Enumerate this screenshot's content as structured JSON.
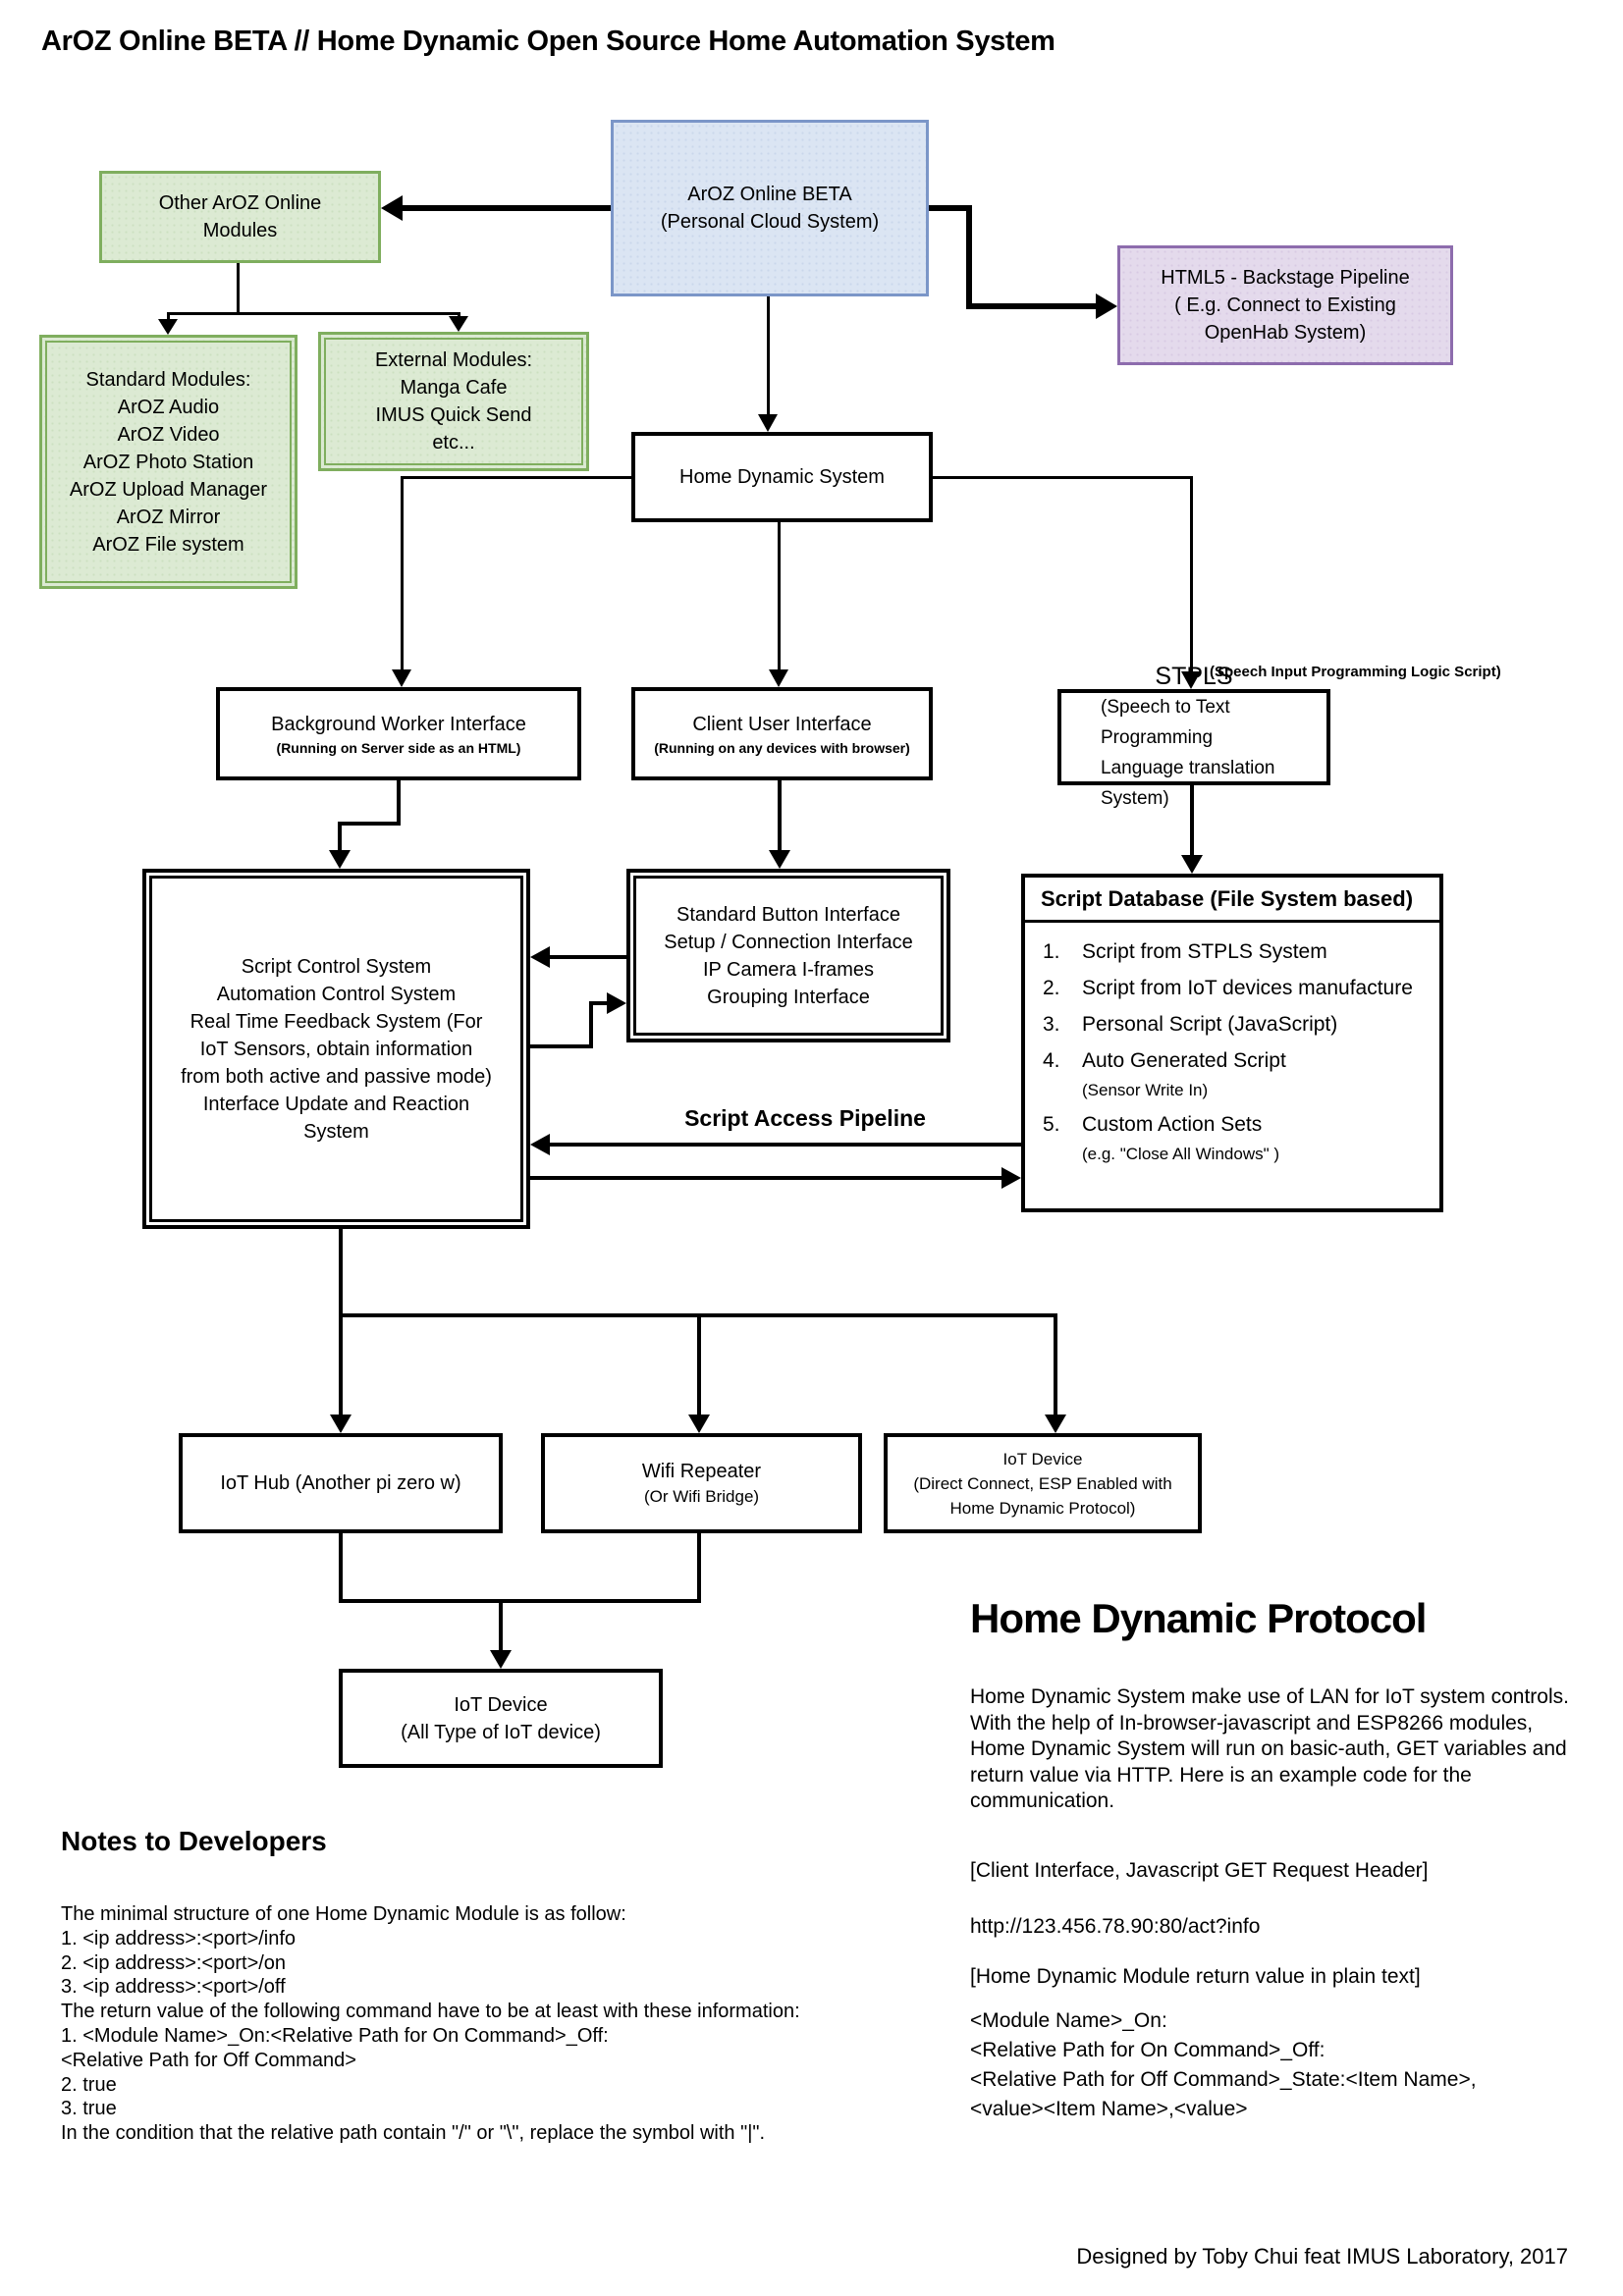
{
  "page": {
    "title": "ArOZ Online BETA //  Home Dynamic Open Source Home Automation System",
    "footer": "Designed by Toby Chui feat IMUS Laboratory, 2017"
  },
  "colors": {
    "blue_fill": "#dbe5f3",
    "blue_border": "#7b96c8",
    "green_fill": "#dcead3",
    "green_border": "#7fae5e",
    "purple_fill": "#e4daec",
    "purple_border": "#8d6cad",
    "line": "#000000"
  },
  "nodes": {
    "aroz_online": {
      "lines": [
        "ArOZ Online BETA",
        "(Personal Cloud System)"
      ]
    },
    "other_modules": {
      "lines": [
        "Other ArOZ Online",
        "Modules"
      ]
    },
    "html5_backstage": {
      "lines": [
        "HTML5 - Backstage Pipeline",
        "( E.g. Connect to Existing",
        "OpenHab System)"
      ]
    },
    "standard_modules": {
      "lines": [
        "Standard Modules:",
        "ArOZ Audio",
        "ArOZ Video",
        "ArOZ Photo Station",
        "ArOZ Upload Manager",
        "ArOZ Mirror",
        "ArOZ File system"
      ]
    },
    "external_modules": {
      "lines": [
        "External Modules:",
        "Manga Cafe",
        "IMUS Quick Send",
        "etc..."
      ]
    },
    "home_dynamic_system": {
      "label": "Home Dynamic System"
    },
    "background_worker": {
      "label": "Background Worker Interface",
      "caption": "(Running on Server side as an HTML)"
    },
    "client_ui": {
      "label": "Client User Interface",
      "caption": "(Running on any devices with browser)"
    },
    "stpls": {
      "label": "STPLS",
      "sublines": [
        "(Speech to Text Programming",
        "Language translation System)"
      ]
    },
    "script_control": {
      "lines": [
        "Script Control System",
        "Automation Control System",
        "Real Time Feedback System (For",
        "IoT Sensors, obtain information",
        "from both active and passive mode)",
        "Interface Update and Reaction",
        "System"
      ]
    },
    "standard_button": {
      "lines": [
        "Standard Button Interface",
        "Setup / Connection Interface",
        "IP Camera I-frames",
        "Grouping Interface"
      ]
    },
    "script_db": {
      "header": "Script Database (File System based)",
      "items": [
        {
          "num": "1.",
          "text": "Script from STPLS System"
        },
        {
          "num": "2.",
          "text": "Script from IoT devices manufacture"
        },
        {
          "num": "3.",
          "text": "Personal Script (JavaScript)"
        },
        {
          "num": "4.",
          "text": "Auto Generated Script",
          "sub": "(Sensor Write In)"
        },
        {
          "num": "5.",
          "text": "Custom Action Sets",
          "sub": "(e.g. \"Close All Windows\" )"
        }
      ]
    },
    "iot_hub": {
      "label": "IoT Hub (Another pi zero w)"
    },
    "wifi_repeater": {
      "label": "Wifi Repeater",
      "caption": "(Or Wifi Bridge)"
    },
    "iot_device_direct": {
      "lines": [
        "IoT Device",
        "(Direct Connect, ESP Enabled with",
        "Home Dynamic Protocol)"
      ]
    },
    "iot_device_all": {
      "lines": [
        "IoT Device",
        "(All Type of IoT device)"
      ]
    }
  },
  "annotations": {
    "speech_label": "(Speech Input Programming Logic Script)",
    "pipeline_label": "Script Access Pipeline"
  },
  "notes": {
    "heading": "Notes to Developers",
    "lines": [
      "The minimal structure of one Home Dynamic Module is as follow:",
      "1. <ip address>:<port>/info",
      "2. <ip address>:<port>/on",
      "3. <ip address>:<port>/off",
      "The return value of the following command have to be at least with these information:",
      "1. <Module Name>_On:<Relative Path for On Command>_Off:",
      "<Relative Path for Off Command>",
      "2. true",
      "3. true",
      "In the condition that the relative path contain \"/\" or \"\\\", replace the symbol with \"|\"."
    ]
  },
  "protocol": {
    "heading": "Home Dynamic Protocol",
    "body": "Home Dynamic System make use of LAN for IoT system controls. With the help of In-browser-javascript and ESP8266 modules, Home Dynamic System will run on basic-auth, GET variables and return value via HTTP. Here is an example code for the communication.",
    "client_header": "[Client Interface, Javascript GET Request Header]",
    "url": "http://123.456.78.90:80/act?info",
    "return_header": "[Home Dynamic Module return value in plain text]",
    "return_lines": [
      "<Module Name>_On:",
      "<Relative Path for On Command>_Off:",
      "<Relative Path for Off Command>_State:<Item Name>,",
      "<value><Item Name>,<value>"
    ]
  }
}
